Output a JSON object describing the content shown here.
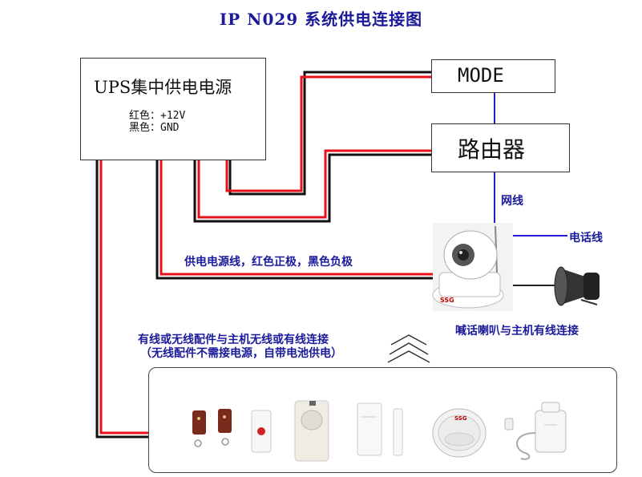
{
  "title": "IP N029 系统供电连接图",
  "ups": {
    "title": "UPS集中供电电源",
    "red_legend": "红色：+12V",
    "black_legend": "黑色：GND"
  },
  "mode_label": "MODE",
  "router_label": "路由器",
  "labels": {
    "network_cable": "网线",
    "phone_line": "电话线",
    "power_line": "供电电源线，红色正极，黑色负极",
    "speaker": "喊话喇叭与主机有线连接",
    "accessories_line1": "有线或无线配件与主机无线或有线连接",
    "accessories_line2": "（无线配件不需接电源，自带电池供电）"
  },
  "device_brand": "SSG",
  "colors": {
    "wire_red": "#e8101a",
    "wire_black": "#111111",
    "link_blue": "#2020d0",
    "label_blue": "#1a1a9a"
  },
  "accessory_icons": [
    "remote-control-icon",
    "emergency-button-icon",
    "pir-motion-detector-icon",
    "door-magnetic-sensor-icon",
    "smoke-detector-icon",
    "gas-detector-icon"
  ]
}
